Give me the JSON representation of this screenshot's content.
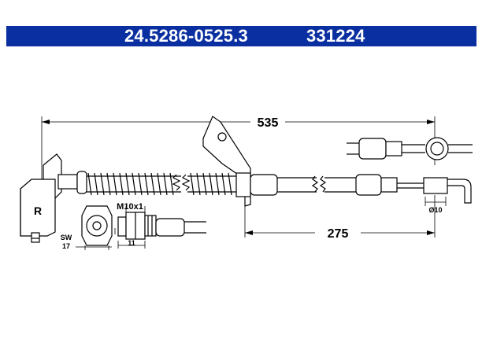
{
  "header": {
    "part_number": "24.5286-0525.3",
    "ref_number": "331224",
    "background": "#0a2fa0",
    "text_color": "#ffffff"
  },
  "diagram": {
    "dimensions": {
      "overall_length": "535",
      "partial_length": "275",
      "thread": "M10x1",
      "wrench_label": "SW",
      "wrench_size": "17",
      "fitting_length": "11",
      "outlet_diameter": "Ø10"
    },
    "side_label": "R",
    "line_color": "#000000"
  }
}
